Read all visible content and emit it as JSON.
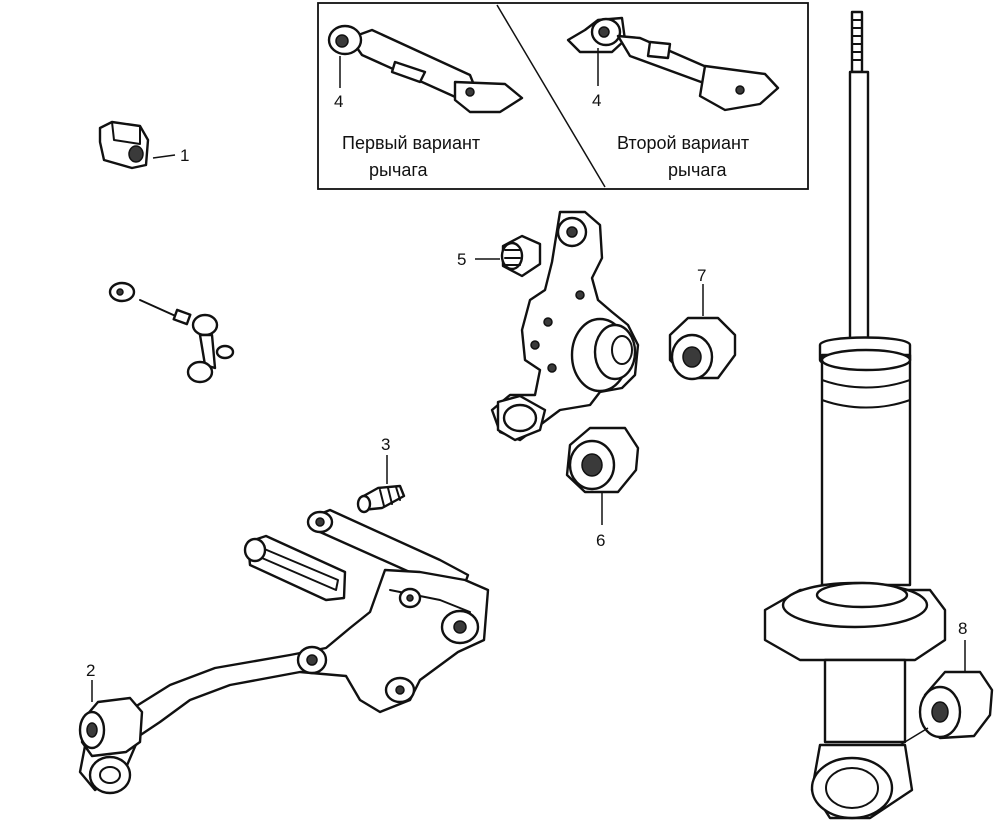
{
  "callouts": {
    "n1": "1",
    "n2": "2",
    "n3": "3",
    "n4a": "4",
    "n4b": "4",
    "n5": "5",
    "n6": "6",
    "n7": "7",
    "n8": "8"
  },
  "inset": {
    "variant1_line1": "Первый вариант",
    "variant1_line2": "рычага",
    "variant2_line1": "Второй вариант",
    "variant2_line2": "рычага"
  },
  "colors": {
    "line": "#111111",
    "background": "#ffffff"
  }
}
